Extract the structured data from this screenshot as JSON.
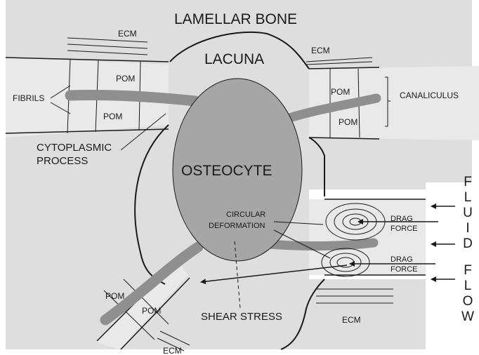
{
  "labels": {
    "lamellar_bone": "LAMELLAR BONE",
    "lacuna": "LACUNA",
    "ecm": "ECM",
    "pom": "POM",
    "fibrils": "FIBRILS",
    "canaliculus": "CANALICULUS",
    "cytoplasmic_process_line1": "CYTOPLASMIC",
    "cytoplasmic_process_line2": "PROCESS",
    "osteocyte": "OSTEOCYTE",
    "circular_deformation_line1": "CIRCULAR",
    "circular_deformation_line2": "DEFORMATION",
    "drag": "DRAG",
    "force": "FORCE",
    "shear_stress": "SHEAR STRESS",
    "fluid_flow_letters_1": [
      "F",
      "L",
      "U",
      "I",
      "D"
    ],
    "fluid_flow_letters_2": [
      "F",
      "L",
      "O",
      "W"
    ]
  },
  "colors": {
    "background": "#ffffff",
    "bone_gray": "#dedede",
    "cell_body": "#a6a6a6",
    "process": "#999999",
    "lines": "#1a1a1a"
  }
}
